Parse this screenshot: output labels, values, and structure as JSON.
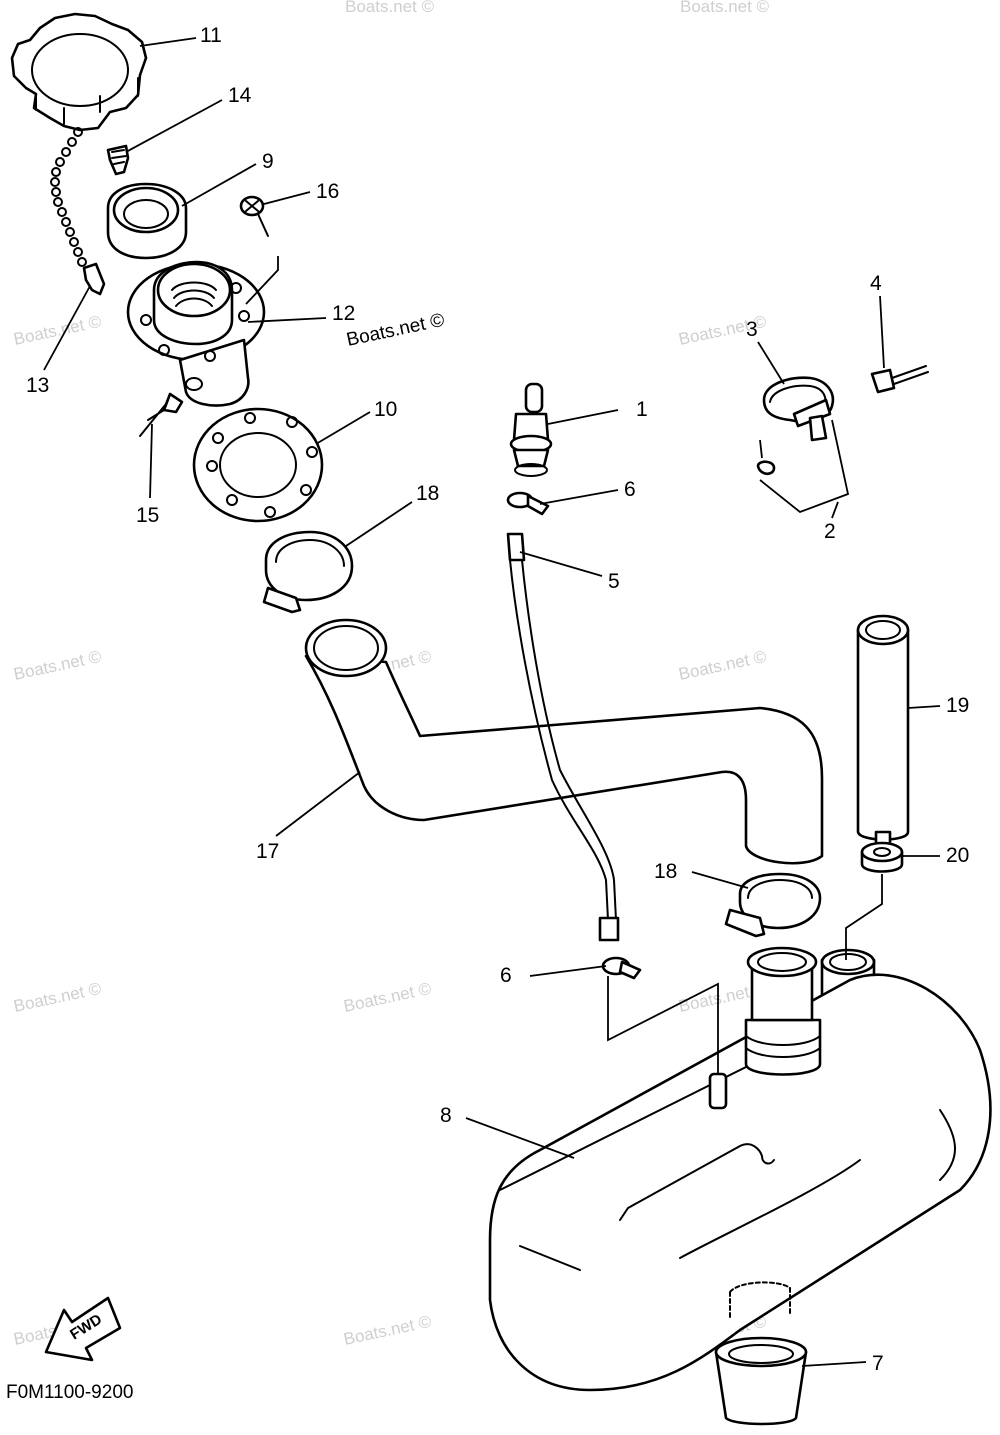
{
  "watermark": "Boats.net ©",
  "copyright_label": "Boats.net ©",
  "figure_code": "F0M1100-9200",
  "fwd_label": "FWD",
  "callouts": [
    "1",
    "2",
    "3",
    "4",
    "5",
    "6",
    "6",
    "7",
    "8",
    "9",
    "10",
    "11",
    "12",
    "13",
    "14",
    "15",
    "16",
    "17",
    "18",
    "18",
    "19",
    "20"
  ]
}
